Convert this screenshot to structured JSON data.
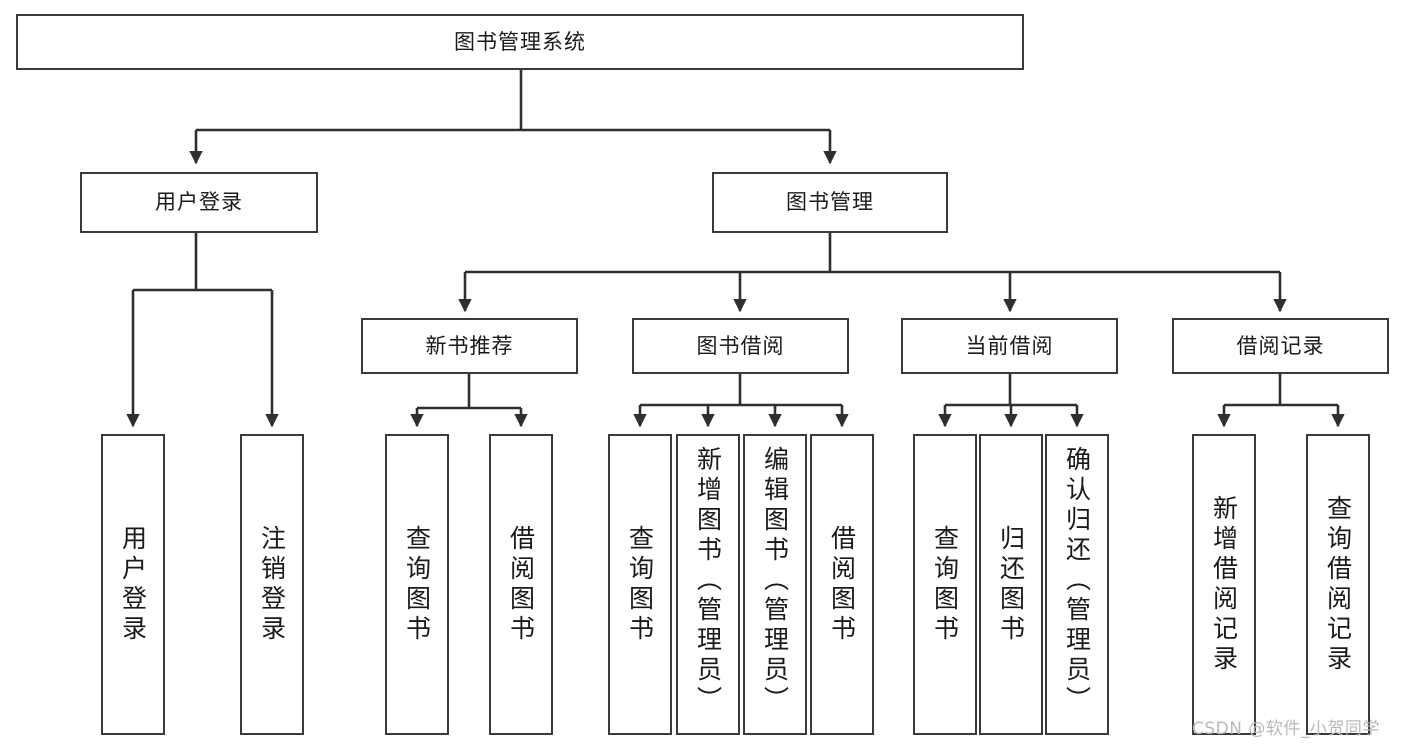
{
  "diagram": {
    "type": "tree-hierarchy",
    "title": "图书管理系统",
    "root": {
      "id": "root",
      "label": "图书管理系统",
      "orientation": "horizontal"
    },
    "level1": [
      {
        "id": "user-login",
        "label": "用户登录",
        "orientation": "horizontal"
      },
      {
        "id": "book-mgmt",
        "label": "图书管理",
        "orientation": "horizontal"
      }
    ],
    "level2": [
      {
        "id": "new-book-rec",
        "label": "新书推荐",
        "orientation": "horizontal",
        "parent": "book-mgmt"
      },
      {
        "id": "book-borrow",
        "label": "图书借阅",
        "orientation": "horizontal",
        "parent": "book-mgmt"
      },
      {
        "id": "current-borrow",
        "label": "当前借阅",
        "orientation": "horizontal",
        "parent": "book-mgmt"
      },
      {
        "id": "borrow-record",
        "label": "借阅记录",
        "orientation": "horizontal",
        "parent": "book-mgmt"
      }
    ],
    "leaves": [
      {
        "id": "leaf-user-login",
        "label": "用户登录",
        "orientation": "vertical",
        "parent": "user-login"
      },
      {
        "id": "leaf-logout",
        "label": "注销登录",
        "orientation": "vertical",
        "parent": "user-login"
      },
      {
        "id": "leaf-query-book-1",
        "label": "查询图书",
        "orientation": "vertical",
        "parent": "new-book-rec"
      },
      {
        "id": "leaf-borrow-book-1",
        "label": "借阅图书",
        "orientation": "vertical",
        "parent": "new-book-rec"
      },
      {
        "id": "leaf-query-book-2",
        "label": "查询图书",
        "orientation": "vertical",
        "parent": "book-borrow"
      },
      {
        "id": "leaf-add-book",
        "label": "新增图书（管理员）",
        "orientation": "vertical",
        "parent": "book-borrow"
      },
      {
        "id": "leaf-edit-book",
        "label": "编辑图书（管理员）",
        "orientation": "vertical",
        "parent": "book-borrow"
      },
      {
        "id": "leaf-borrow-book-2",
        "label": "借阅图书",
        "orientation": "vertical",
        "parent": "book-borrow"
      },
      {
        "id": "leaf-query-book-3",
        "label": "查询图书",
        "orientation": "vertical",
        "parent": "current-borrow"
      },
      {
        "id": "leaf-return-book",
        "label": "归还图书",
        "orientation": "vertical",
        "parent": "current-borrow"
      },
      {
        "id": "leaf-confirm-return",
        "label": "确认归还（管理员）",
        "orientation": "vertical",
        "parent": "current-borrow"
      },
      {
        "id": "leaf-add-record",
        "label": "新增借阅记录",
        "orientation": "vertical",
        "parent": "borrow-record"
      },
      {
        "id": "leaf-query-record",
        "label": "查询借阅记录",
        "orientation": "vertical",
        "parent": "borrow-record"
      }
    ],
    "colors": {
      "stroke": "#3a3a3a",
      "box_fill": "#ffffff",
      "text": "#1a1a1a",
      "watermark": "#b9b9b9",
      "background": "#ffffff"
    }
  },
  "watermark": {
    "text": "CSDN @软件_小贺同学"
  }
}
